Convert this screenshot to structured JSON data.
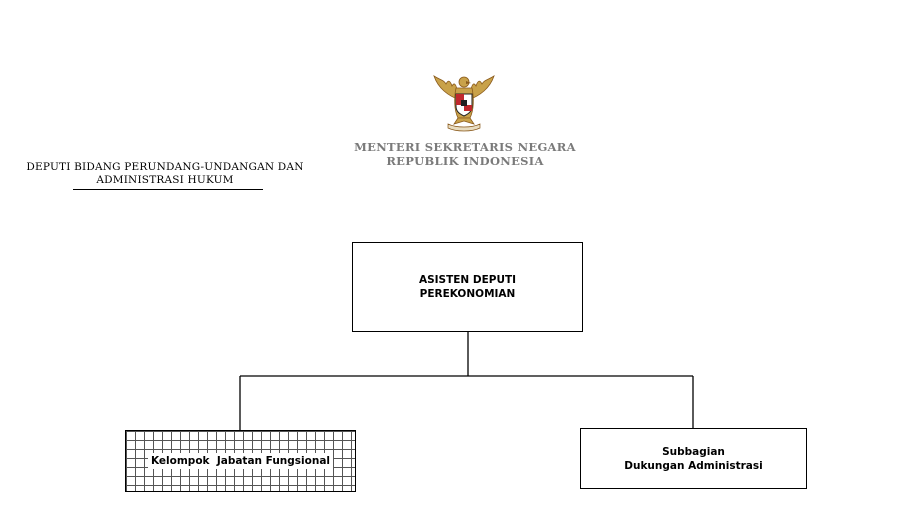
{
  "header": {
    "ministry_line1": "MENTERI SEKRETARIS NEGARA",
    "ministry_line2": "REPUBLIK  INDONESIA",
    "deputy_line1": "DEPUTI BIDANG PERUNDANG-UNDANGAN DAN",
    "deputy_line2": "ADMINISTRASI HUKUM",
    "emblem_icon": "garuda-pancasila-emblem-icon"
  },
  "org_chart": {
    "top_unit": {
      "line1": "ASISTEN DEPUTI",
      "line2": "PEREKONOMIAN"
    },
    "left_unit": {
      "label": "Kelompok  Jabatan Fungsional"
    },
    "right_unit": {
      "line1": "Subbagian",
      "line2": "Dukungan Administrasi"
    }
  },
  "colors": {
    "emblem_gold": "#c9a24a",
    "emblem_brown": "#8a5a1c",
    "shield_red": "#c0282d",
    "ministry_text": "#7a7a7a"
  }
}
